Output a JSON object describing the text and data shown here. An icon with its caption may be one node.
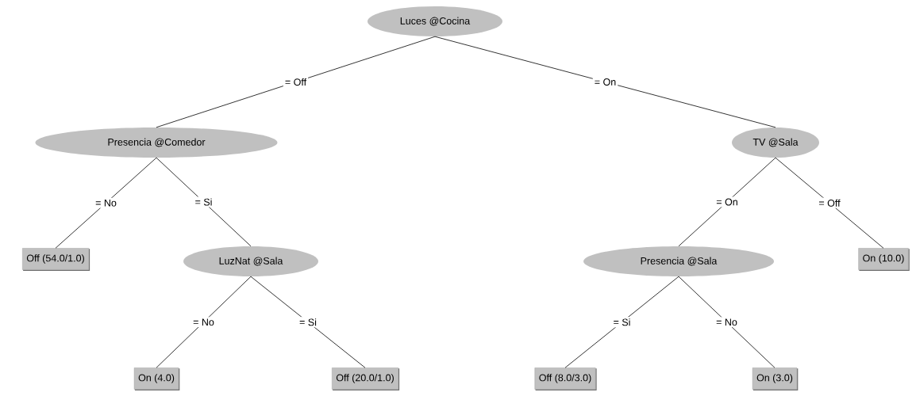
{
  "diagram": {
    "nodes": [
      {
        "text": [
          "Luces @Cocina"
        ]
      },
      {
        "text": [
          "Presencia @Comedor"
        ]
      },
      {
        "text": [
          "TV @Sala"
        ]
      },
      {
        "text": [
          "Off (54.0/1.0)"
        ]
      },
      {
        "text": [
          "LuzNat @Sala"
        ]
      },
      {
        "text": [
          "Presencia @Sala"
        ]
      },
      {
        "text": [
          "On (10.0)"
        ]
      },
      {
        "text": [
          "On (4.0)"
        ]
      },
      {
        "text": [
          "Off (20.0/1.0)"
        ]
      },
      {
        "text": [
          "Off (8.0/3.0)"
        ]
      },
      {
        "text": [
          "On (3.0)"
        ]
      }
    ],
    "edges": [
      {
        "from": 0,
        "to": 1,
        "arrow": "none",
        "label": "= Off"
      },
      {
        "from": 0,
        "to": 2,
        "arrow": "none",
        "label": "= On"
      },
      {
        "from": 1,
        "to": 3,
        "arrow": "none",
        "label": "= No"
      },
      {
        "from": 1,
        "to": 4,
        "arrow": "none",
        "label": "= Si"
      },
      {
        "from": 2,
        "to": 5,
        "arrow": "none",
        "label": "= On"
      },
      {
        "from": 2,
        "to": 6,
        "arrow": "none",
        "label": "= Off"
      },
      {
        "from": 4,
        "to": 7,
        "arrow": "none",
        "label": "= No"
      },
      {
        "from": 4,
        "to": 8,
        "arrow": "none",
        "label": "= Si"
      },
      {
        "from": 5,
        "to": 9,
        "arrow": "none",
        "label": "= Si"
      },
      {
        "from": 5,
        "to": 10,
        "arrow": "none",
        "label": "= No"
      }
    ]
  }
}
